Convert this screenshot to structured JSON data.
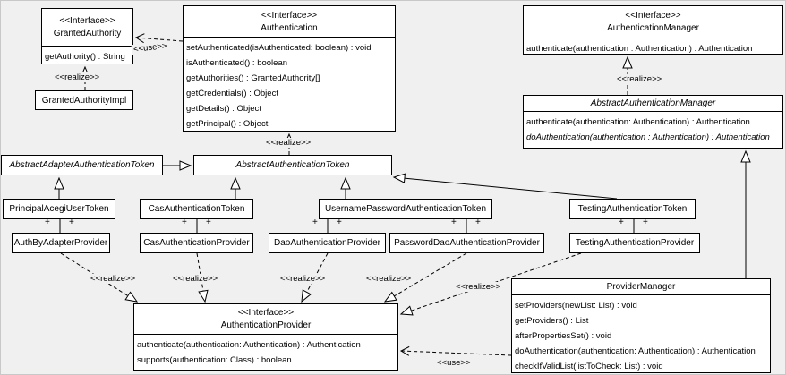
{
  "labels": {
    "use": "<<use>>",
    "realize": "<<realize>>",
    "plus": "+"
  },
  "classes": {
    "granted_authority": {
      "stereotype": "<<Interface>>",
      "name": "GrantedAuthority",
      "methods": [
        "getAuthority() : String"
      ]
    },
    "granted_authority_impl": {
      "name": "GrantedAuthorityImpl"
    },
    "authentication": {
      "stereotype": "<<Interface>>",
      "name": "Authentication",
      "methods": [
        "setAuthenticated(isAuthenticated: boolean) : void",
        "isAuthenticated() : boolean",
        "getAuthorities() : GrantedAuthority[]",
        "getCredentials() : Object",
        "getDetails() : Object",
        "getPrincipal() : Object"
      ]
    },
    "authentication_manager": {
      "stereotype": "<<Interface>>",
      "name": "AuthenticationManager",
      "methods": [
        "authenticate(authentication : Authentication) : Authentication"
      ]
    },
    "abstract_authentication_manager": {
      "name": "AbstractAuthenticationManager",
      "abstract": true,
      "methods": [
        "authenticate(authentication: Authentication) : Authentication",
        "doAuthentication(authentication : Authentication) : Authentication"
      ]
    },
    "abstract_adapter_authentication_token": {
      "name": "AbstractAdapterAuthenticationToken",
      "abstract": true
    },
    "abstract_authentication_token": {
      "name": "AbstractAuthenticationToken",
      "abstract": true
    },
    "principal_acegi_user_token": {
      "name": "PrincipalAcegiUserToken"
    },
    "cas_authentication_token": {
      "name": "CasAuthenticationToken"
    },
    "username_password_authentication_token": {
      "name": "UsernamePasswordAuthenticationToken"
    },
    "testing_authentication_token": {
      "name": "TestingAuthenticationToken"
    },
    "auth_by_adapter_provider": {
      "name": "AuthByAdapterProvider"
    },
    "cas_authentication_provider": {
      "name": "CasAuthenticationProvider"
    },
    "dao_authentication_provider": {
      "name": "DaoAuthenticationProvider"
    },
    "password_dao_authentication_provider": {
      "name": "PasswordDaoAuthenticationProvider"
    },
    "testing_authentication_provider": {
      "name": "TestingAuthenticationProvider"
    },
    "authentication_provider": {
      "stereotype": "<<Interface>>",
      "name": "AuthenticationProvider",
      "methods": [
        "authenticate(authentication: Authentication) : Authentication",
        "supports(authentication: Class) : boolean"
      ]
    },
    "provider_manager": {
      "name": "ProviderManager",
      "methods": [
        "setProviders(newList: List) : void",
        "getProviders() : List",
        "afterPropertiesSet() : void",
        "doAuthentication(authentication: Authentication) : Authentication",
        "checkIfValidList(listToCheck: List) : void"
      ]
    }
  }
}
